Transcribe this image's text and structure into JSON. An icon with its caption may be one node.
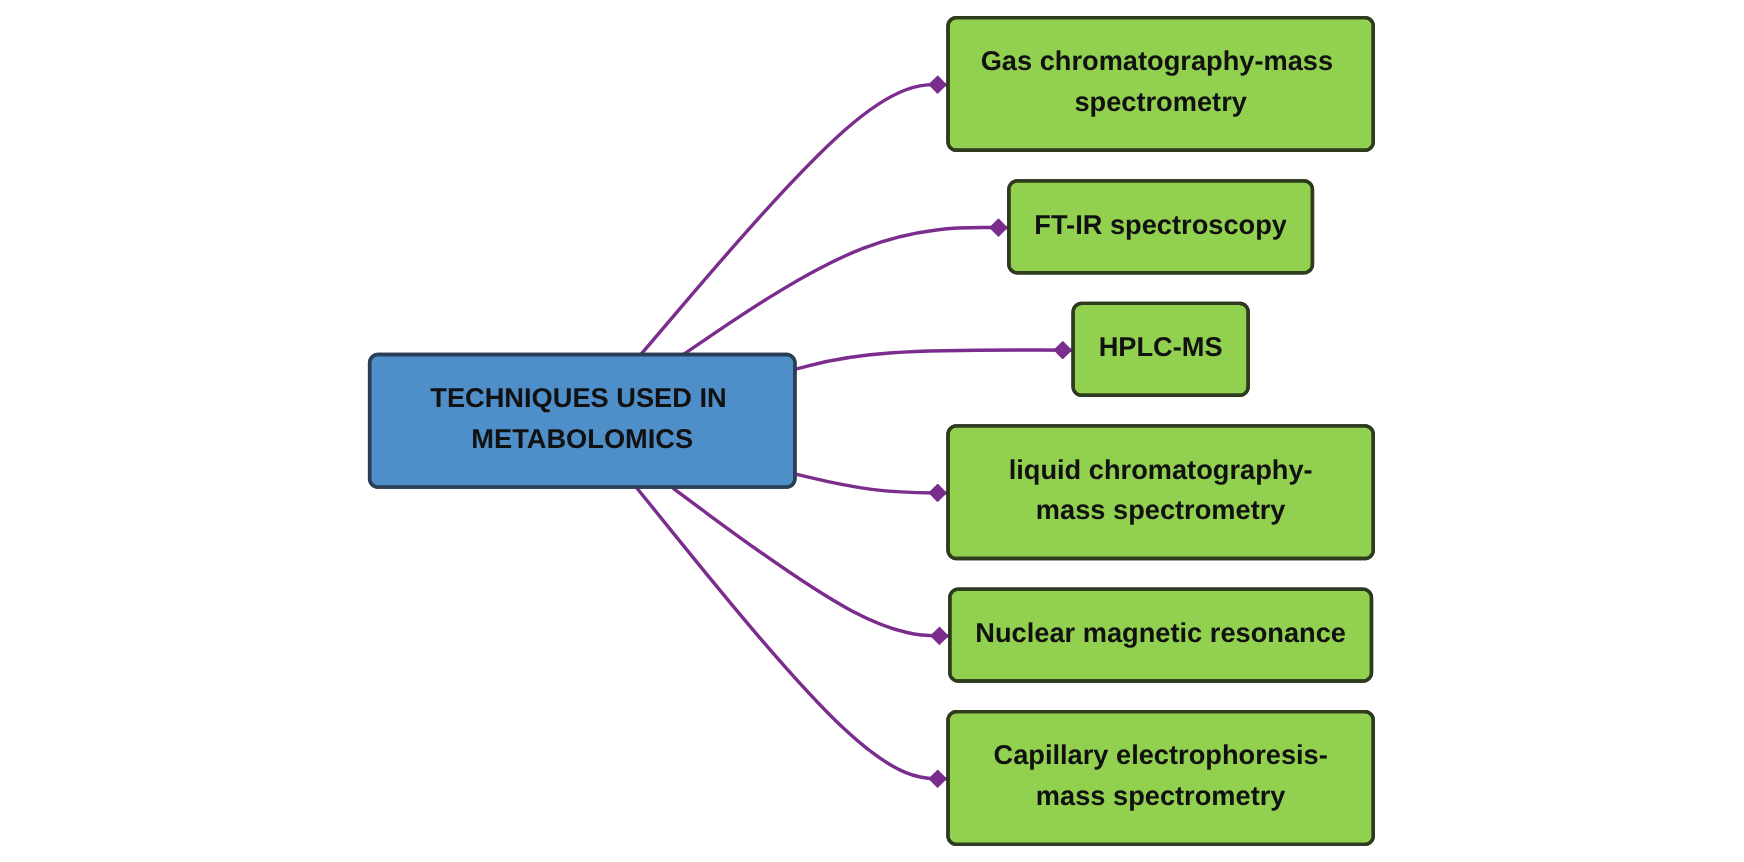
{
  "diagram": {
    "nodes": [
      {
        "text": [
          "Gas chromatography-mass spectrometry"
        ]
      },
      {
        "text": [
          "liquid chromatography-mass spectrometry"
        ]
      },
      {
        "text": [
          "FT-IR spectroscopy"
        ]
      },
      {
        "text": [
          "TECHNIQUES USED IN METABOLOMICS"
        ]
      },
      {
        "text": [
          "Nuclear magnetic resonance"
        ]
      },
      {
        "text": [
          "HPLC-MS"
        ]
      },
      {
        "text": [
          "Capillary electrophoresis-mass spectrometry"
        ]
      }
    ],
    "edges": [
      {
        "from": 3,
        "to": 0,
        "arrow": "other",
        "color": "#7b2d8e"
      },
      {
        "from": 3,
        "to": 2,
        "arrow": "other",
        "color": "#7b2d8e"
      },
      {
        "from": 3,
        "to": 5,
        "arrow": "other",
        "color": "#7b2d8e"
      },
      {
        "from": 3,
        "to": 1,
        "arrow": "other",
        "color": "#7b2d8e"
      },
      {
        "from": 3,
        "to": 4,
        "arrow": "other",
        "color": "#7b2d8e"
      },
      {
        "from": 3,
        "to": 6,
        "arrow": "other",
        "color": "#7b2d8e"
      }
    ]
  }
}
